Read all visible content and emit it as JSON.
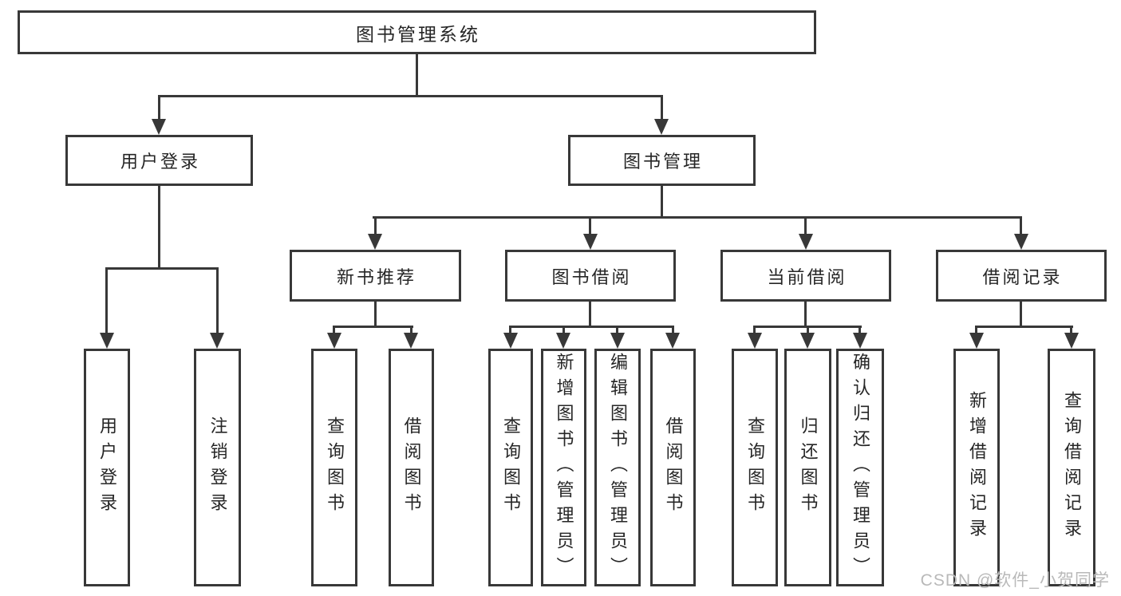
{
  "tree": {
    "root": {
      "label": "图书管理系统"
    },
    "branches": [
      {
        "label": "用户登录",
        "children": [
          {
            "label": "用户登录"
          },
          {
            "label": "注销登录"
          }
        ]
      },
      {
        "label": "图书管理",
        "children": [
          {
            "label": "新书推荐",
            "children": [
              {
                "label": "查询图书"
              },
              {
                "label": "借阅图书"
              }
            ]
          },
          {
            "label": "图书借阅",
            "children": [
              {
                "label": "查询图书"
              },
              {
                "label": "新增图书（管理员）"
              },
              {
                "label": "编辑图书（管理员）"
              },
              {
                "label": "借阅图书"
              }
            ]
          },
          {
            "label": "当前借阅",
            "children": [
              {
                "label": "查询图书"
              },
              {
                "label": "归还图书"
              },
              {
                "label": "确认归还（管理员）"
              }
            ]
          },
          {
            "label": "借阅记录",
            "children": [
              {
                "label": "新增借阅记录"
              },
              {
                "label": "查询借阅记录"
              }
            ]
          }
        ]
      }
    ]
  },
  "watermark": {
    "text": "CSDN @软件_小贺同学"
  },
  "colors": {
    "line": "#383838",
    "text": "#262626",
    "watermark": "#b9b9b9",
    "background": "#ffffff"
  }
}
